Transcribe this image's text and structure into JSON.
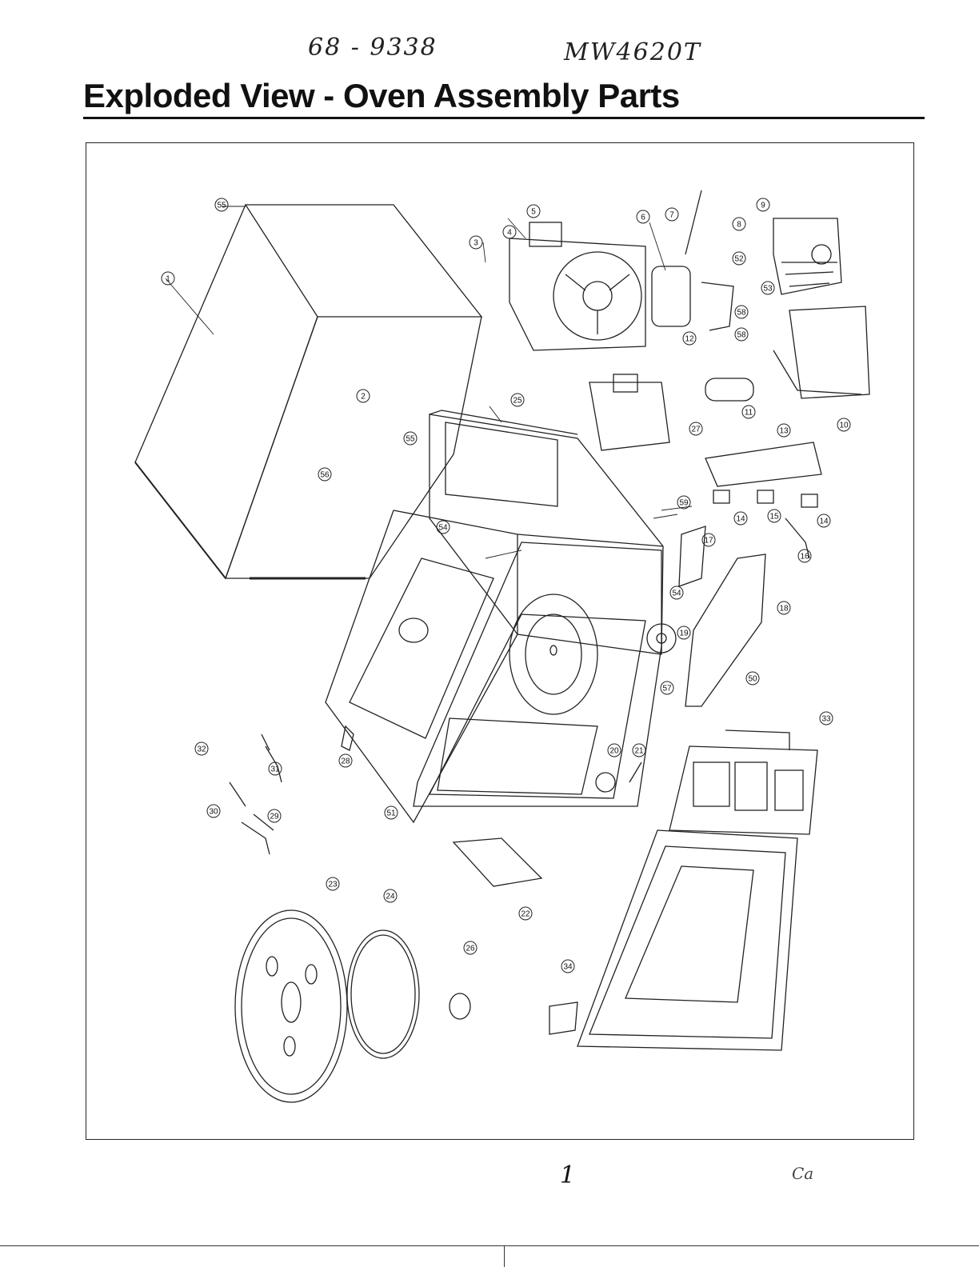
{
  "handwriting": {
    "part_number": "68 - 9338",
    "model": "MW4620T"
  },
  "title": "Exploded View - Oven Assembly Parts",
  "callouts": [
    "1",
    "2",
    "3",
    "4",
    "5",
    "6",
    "7",
    "8",
    "9",
    "10",
    "11",
    "12",
    "13",
    "14",
    "15",
    "14",
    "16",
    "17",
    "18",
    "19",
    "20",
    "21",
    "22",
    "23",
    "24",
    "25",
    "26",
    "27",
    "28",
    "29",
    "30",
    "31",
    "32",
    "33",
    "34",
    "50",
    "51",
    "52",
    "53",
    "54",
    "54",
    "55",
    "55",
    "56",
    "57",
    "58",
    "58",
    "59"
  ],
  "page_mark": "1",
  "corner_note": "Ca"
}
